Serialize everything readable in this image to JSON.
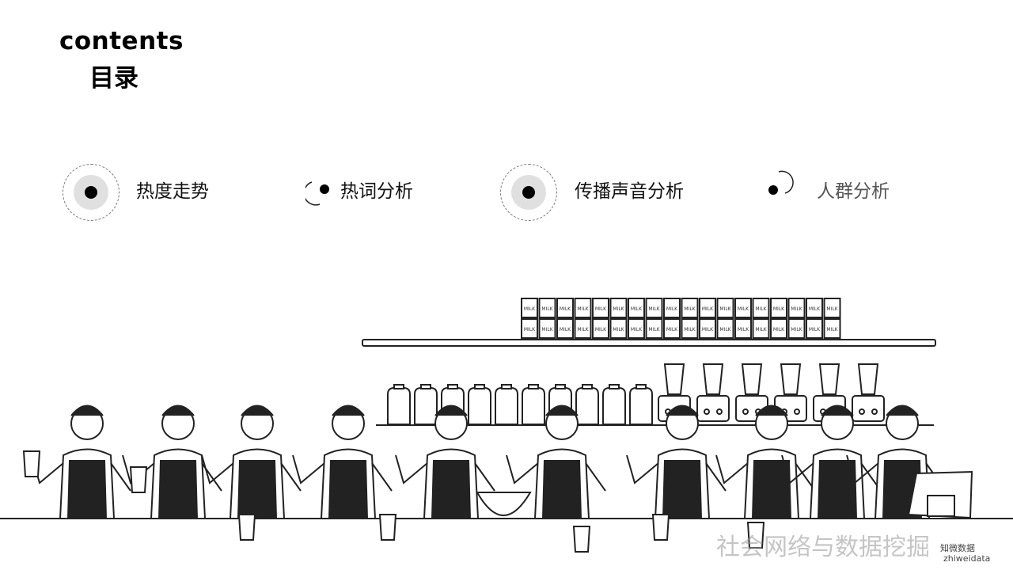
{
  "header": {
    "title_en": "contents",
    "title_zh": "目录"
  },
  "menu": [
    {
      "label": "热度走势",
      "icon": "bullet-ring-icon"
    },
    {
      "label": "热词分析",
      "icon": "bullet-arc-icon"
    },
    {
      "label": "传播声音分析",
      "icon": "bullet-ring-icon"
    },
    {
      "label": "人群分析",
      "icon": "bullet-arc-icon"
    }
  ],
  "illustration": {
    "shelf_label": "MILK"
  },
  "watermark": {
    "text": "社会网络与数据挖掘",
    "brand": "知微数据",
    "brand_en": "zhiweidata"
  }
}
